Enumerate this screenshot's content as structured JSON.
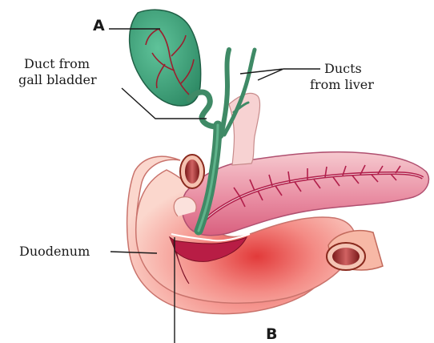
{
  "labels": {
    "a": "A",
    "b": "B",
    "duct_gall_bladder": [
      "Duct from",
      "gall bladder"
    ],
    "ducts_liver": [
      "Ducts",
      "from liver"
    ],
    "duodenum": "Duodenum"
  },
  "colors": {
    "gall_bladder": "#3d9a78",
    "duct": "#3f8a66",
    "duodenum": "#f7b2a6",
    "duodenum_dark": "#e0554f",
    "pancreas": "#e98ea3",
    "pancreatic_duct": "#b11f4b",
    "vessel": "#a8243f",
    "leader": "#1a1a1a"
  }
}
